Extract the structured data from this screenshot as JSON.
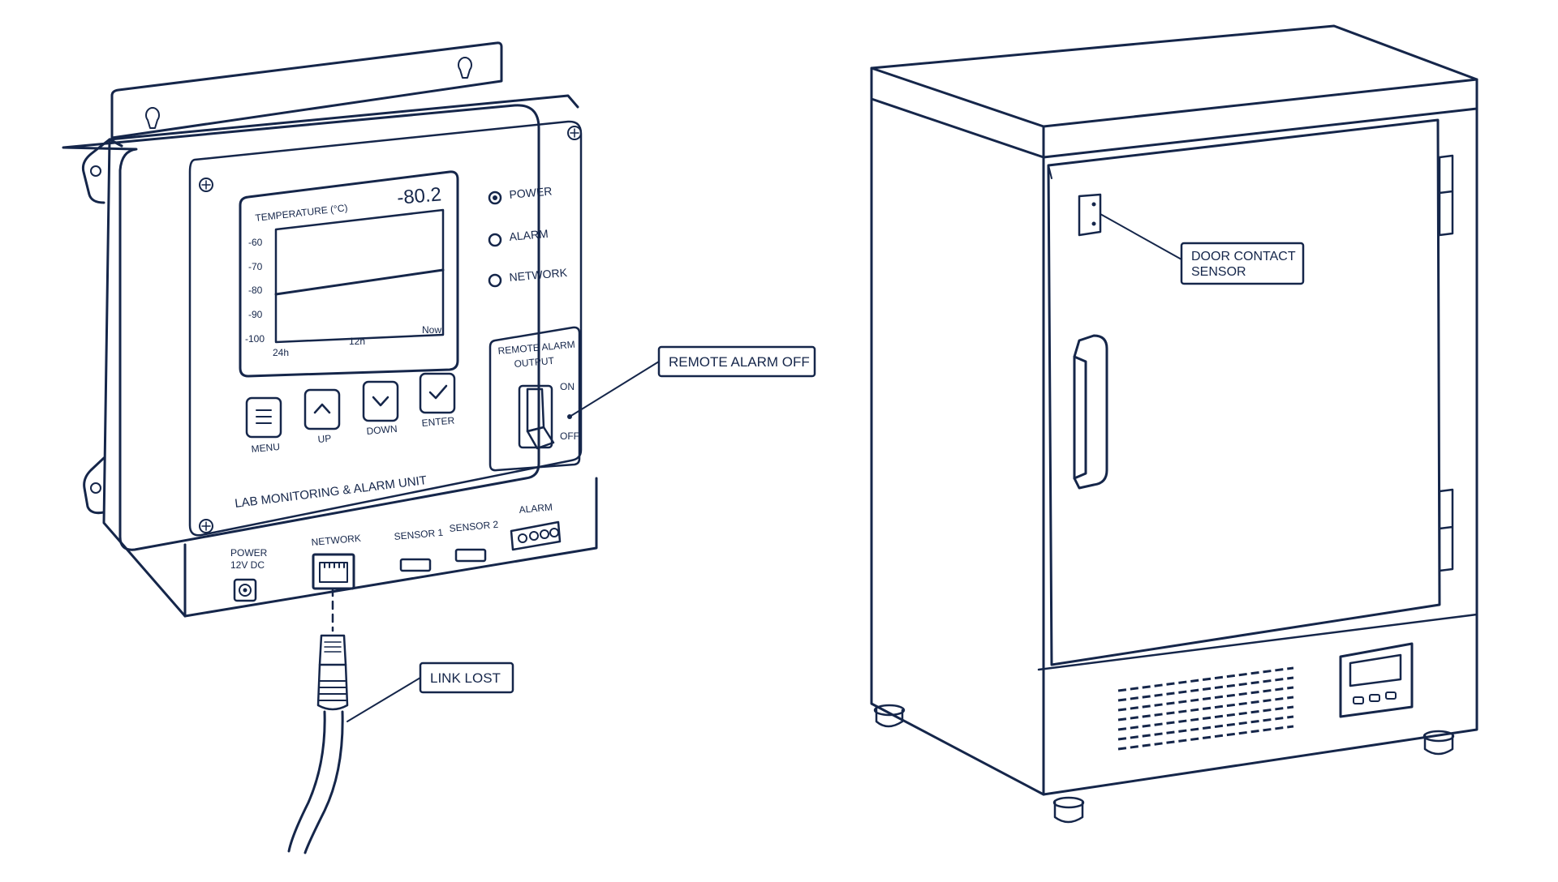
{
  "monitor": {
    "display": {
      "title": "TEMPERATURE (°C)",
      "reading": "-80.2",
      "y_ticks": [
        "-60",
        "-70",
        "-80",
        "-90",
        "-100"
      ],
      "x_ticks": [
        "24h",
        "12h",
        "Now"
      ]
    },
    "leds": [
      "POWER",
      "ALARM",
      "NETWORK"
    ],
    "buttons": [
      "MENU",
      "UP",
      "DOWN",
      "ENTER"
    ],
    "switch": {
      "label_line1": "REMOTE ALARM",
      "label_line2": "OUTPUT",
      "on": "ON",
      "off": "OFF"
    },
    "brand": "LAB MONITORING & ALARM UNIT",
    "ports": {
      "power_line1": "POWER",
      "power_line2": "12V DC",
      "network": "NETWORK",
      "sensor1": "SENSOR 1",
      "sensor2": "SENSOR 2",
      "alarm": "ALARM"
    }
  },
  "callouts": {
    "remote_alarm": "REMOTE ALARM OFF",
    "link_lost": "LINK LOST",
    "door_sensor_line1": "DOOR CONTACT",
    "door_sensor_line2": "SENSOR"
  },
  "colors": {
    "ink": "#15264a",
    "background": "#ffffff"
  }
}
